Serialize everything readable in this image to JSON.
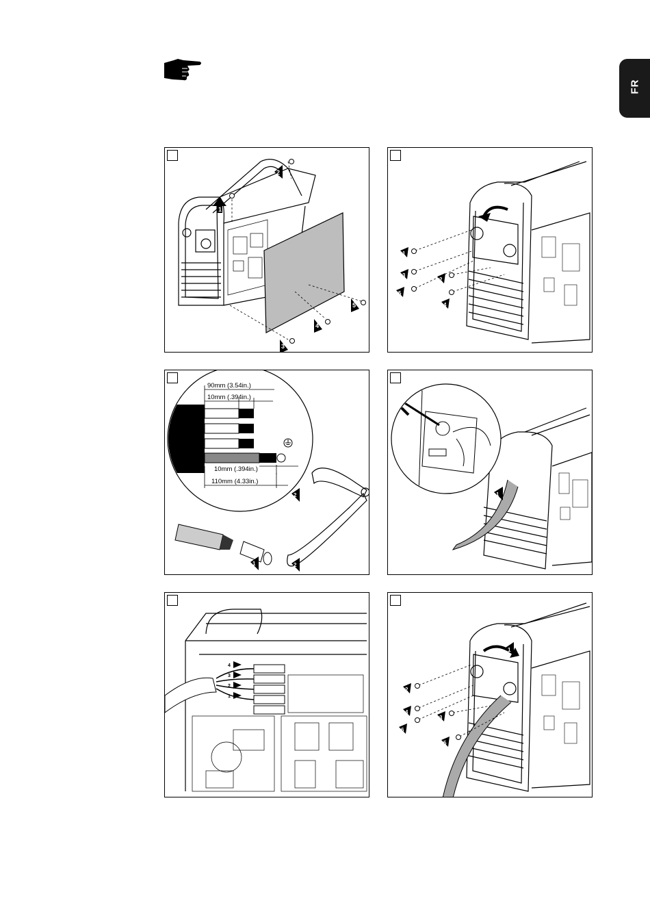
{
  "language_tab": {
    "label": "FR"
  },
  "note_icon": "pointing-hand-icon",
  "panels": [
    {
      "id": "step-1",
      "callouts": [
        "1",
        "2",
        "3",
        "4",
        "5"
      ]
    },
    {
      "id": "step-2",
      "callouts": [
        "1",
        "3",
        "5",
        "2",
        "4"
      ]
    },
    {
      "id": "step-3",
      "dimensions": {
        "total_strip": "90mm (3.54in.)",
        "wire_strip_top": "10mm (.394in.)",
        "ground_strip": "10mm (.394in.)",
        "ground_total": "110mm (4.33in.)"
      },
      "callouts": [
        "2",
        "1",
        "2"
      ]
    },
    {
      "id": "step-4",
      "callouts": [
        "1"
      ]
    },
    {
      "id": "step-5",
      "callouts": [
        "4",
        "3",
        "2",
        "1"
      ]
    },
    {
      "id": "step-6",
      "callouts": [
        "1",
        "2",
        "4",
        "6",
        "3",
        "5"
      ]
    }
  ]
}
